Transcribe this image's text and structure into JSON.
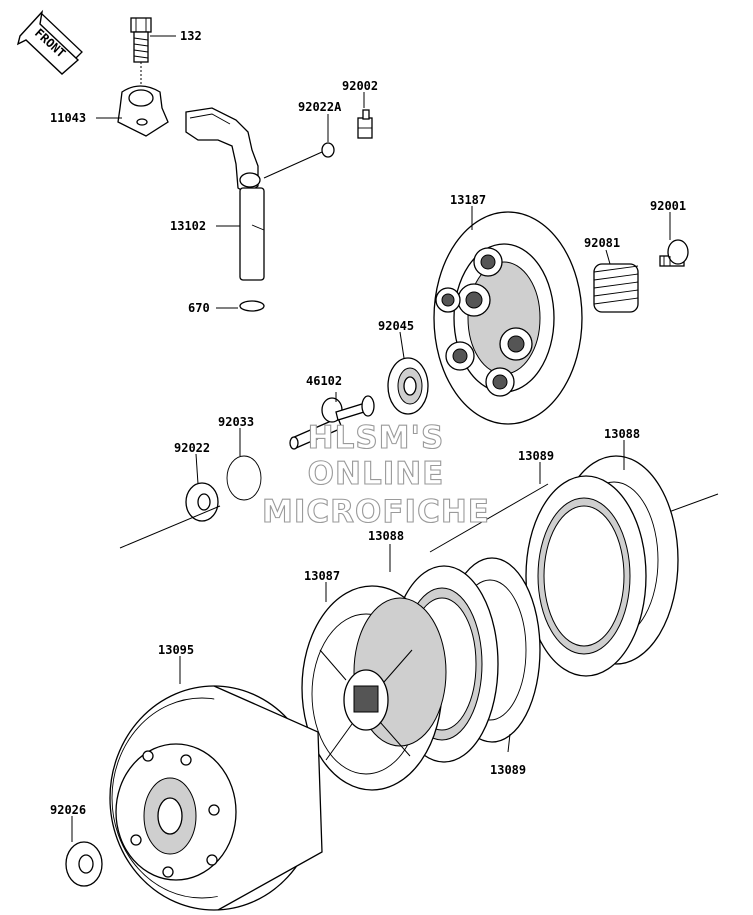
{
  "front_badge": {
    "text": "FRONT"
  },
  "callouts": {
    "p132": "132",
    "p11043": "11043",
    "p92002": "92002",
    "p92022A": "92022A",
    "p13102": "13102",
    "p670": "670",
    "p13187": "13187",
    "p92001": "92001",
    "p92081": "92081",
    "p92045": "92045",
    "p46102": "46102",
    "p92033": "92033",
    "p92022": "92022",
    "p13088_top": "13088",
    "p13089_top": "13089",
    "p13088_mid": "13088",
    "p13087": "13087",
    "p13095": "13095",
    "p13089_bottom": "13089",
    "p92026": "92026"
  },
  "watermark": {
    "line1": "HLSM'S",
    "line2": "ONLINE",
    "line3": "MICROFICHE"
  }
}
